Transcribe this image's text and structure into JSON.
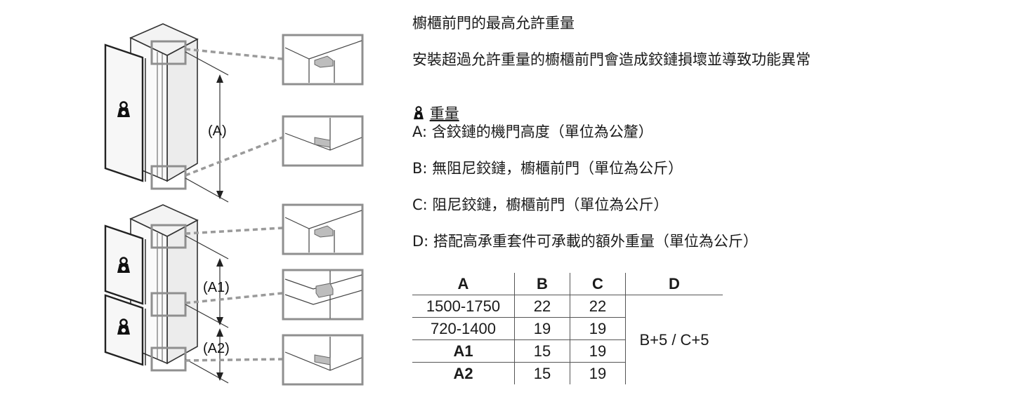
{
  "warning": {
    "title": "櫥櫃前門的最高允許重量",
    "body": "安裝超過允許重量的櫥櫃前門會造成鉸鏈損壞並導致功能異常"
  },
  "legend": {
    "weight_icon": "weight-icon",
    "weight_label": "重量",
    "a": "A: 含鉸鏈的機門高度（單位為公釐）",
    "b": "B: 無阻尼鉸鏈，櫥櫃前門（單位為公斤）",
    "c": "C: 阻尼鉸鏈，櫥櫃前門（單位為公斤）",
    "d": "D: 搭配高承重套件可承載的額外重量（單位為公斤）"
  },
  "diagram": {
    "label_a": "(A)",
    "label_a1": "(A1)",
    "label_a2": "(A2)"
  },
  "table": {
    "headers": [
      "A",
      "B",
      "C",
      "D"
    ],
    "rows": [
      [
        "1500-1750",
        "22",
        "22"
      ],
      [
        "720-1400",
        "19",
        "19"
      ],
      [
        "A1",
        "15",
        "19"
      ],
      [
        "A2",
        "15",
        "19"
      ]
    ],
    "d_value": "B+5 / C+5"
  }
}
